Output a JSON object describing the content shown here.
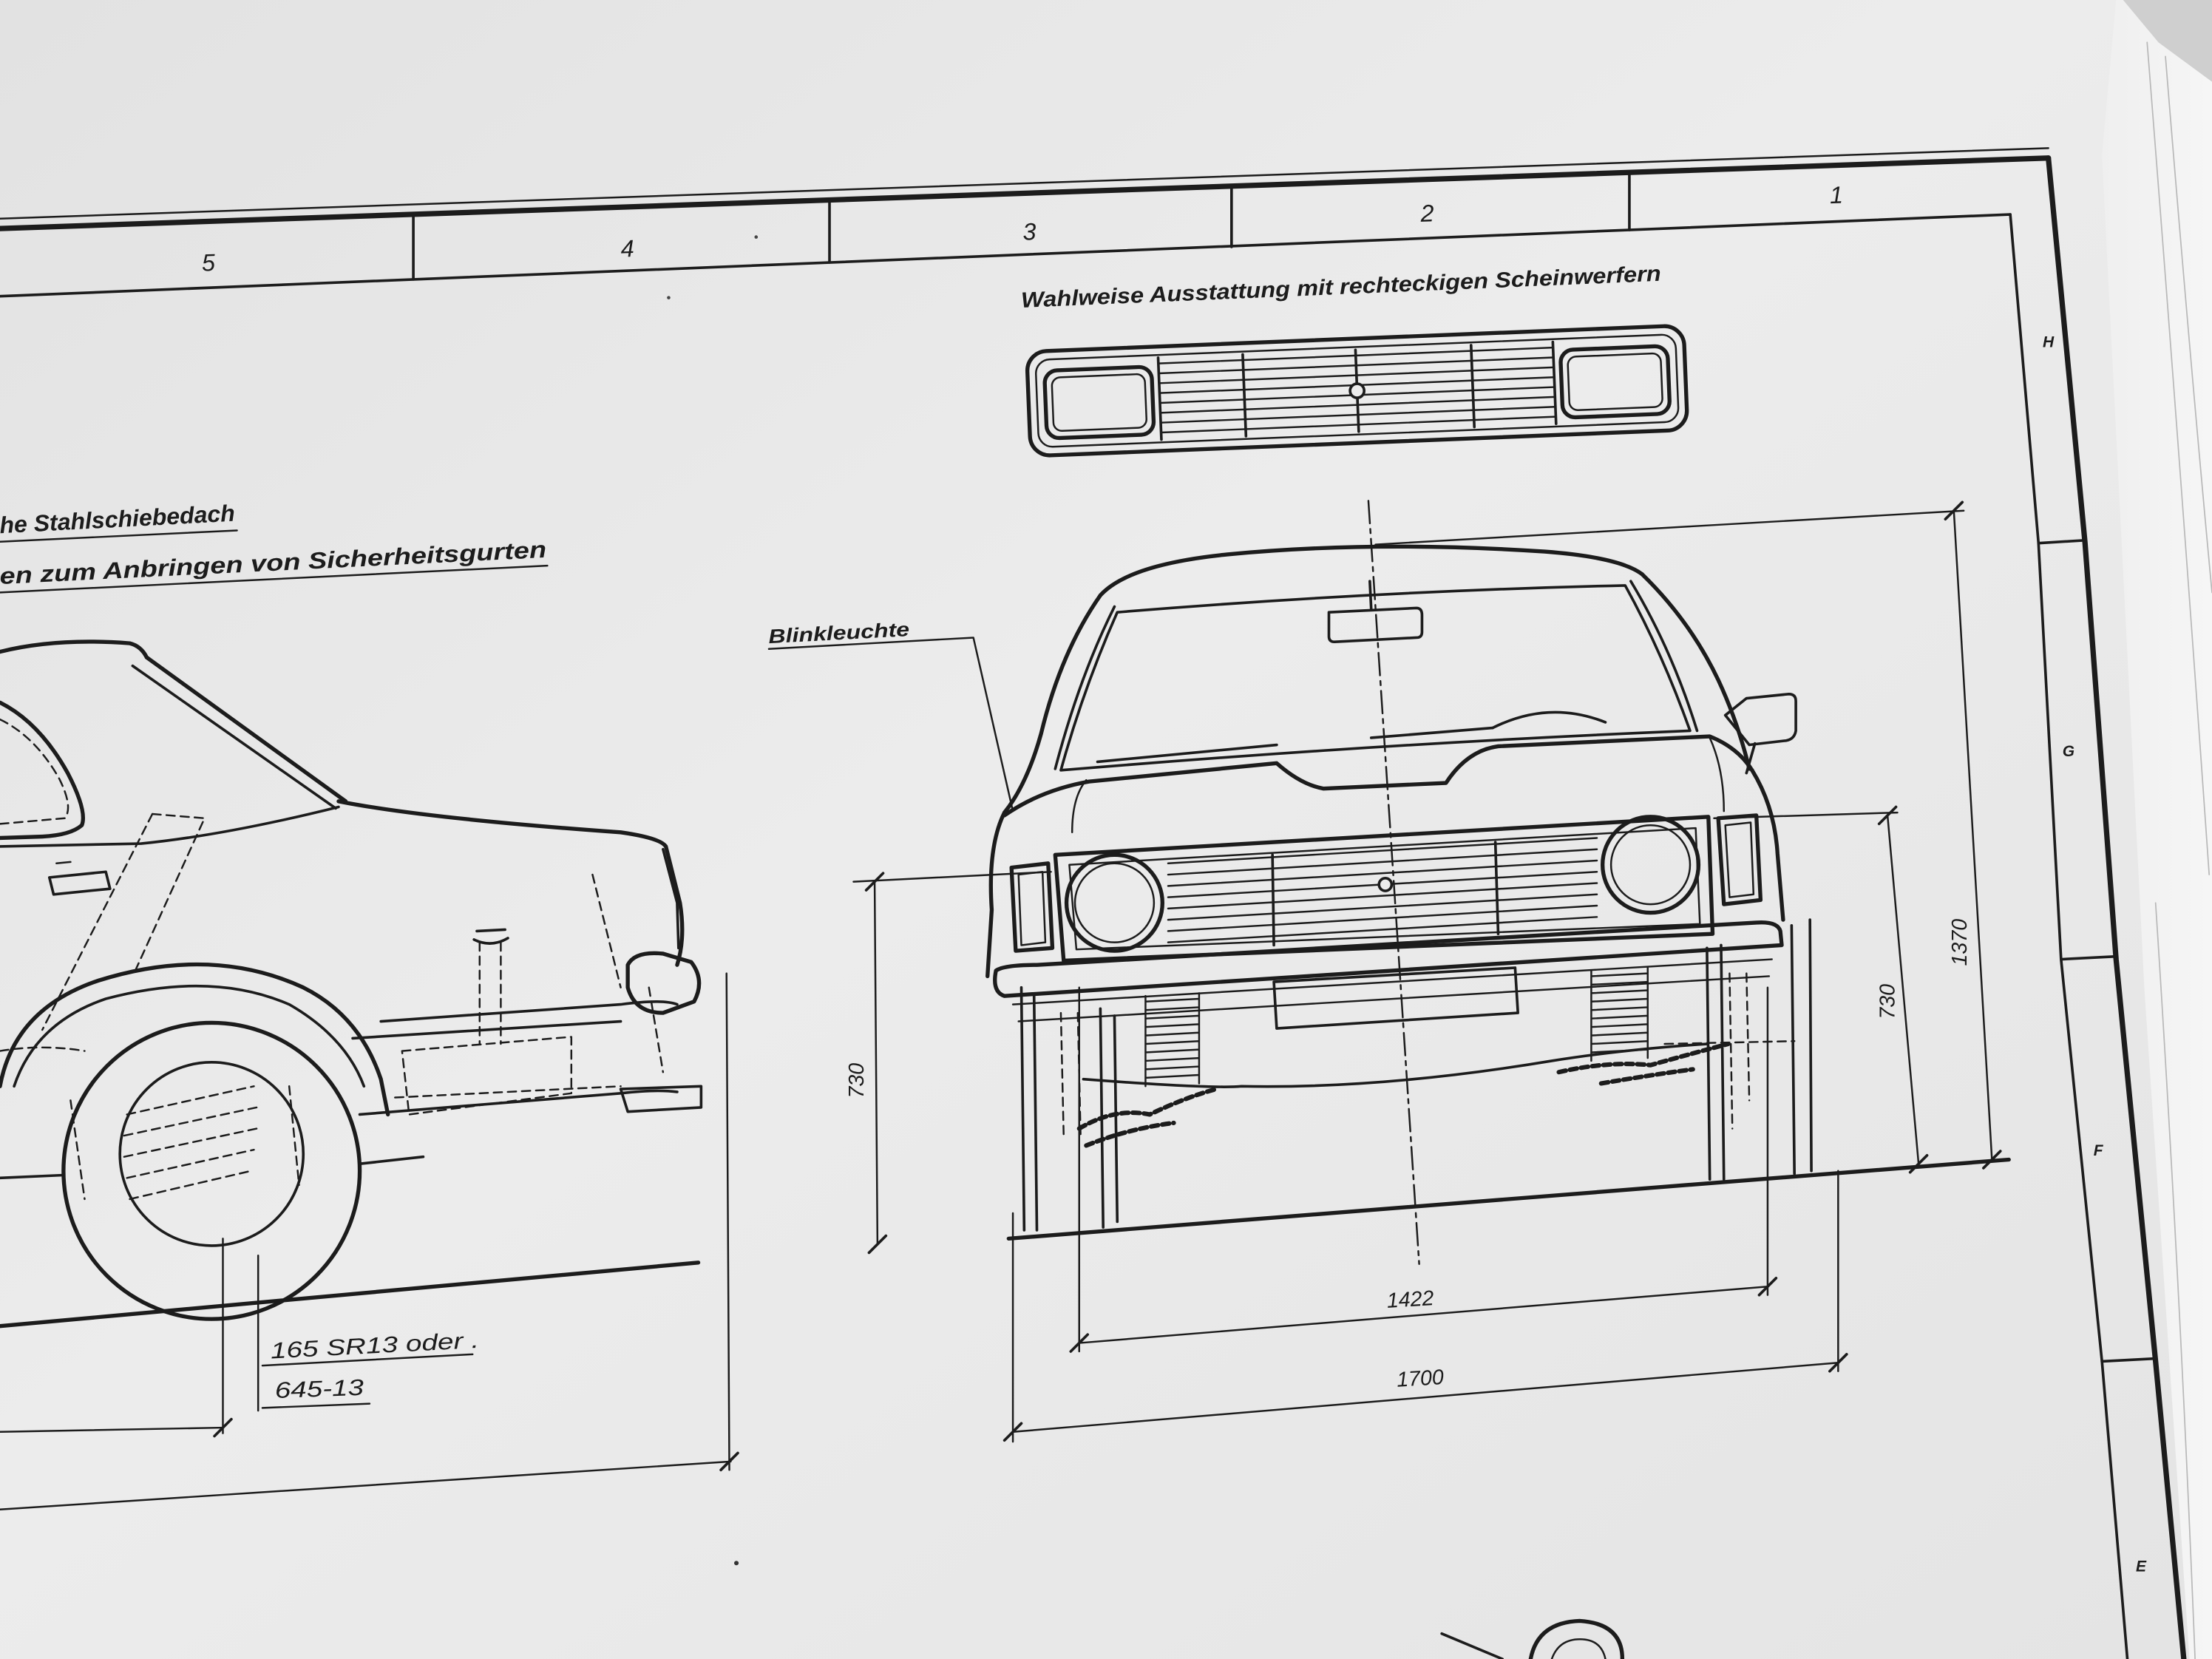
{
  "sheet": {
    "columns": [
      "5",
      "4",
      "3",
      "2",
      "1"
    ],
    "rows": [
      "H",
      "G",
      "F",
      "E"
    ]
  },
  "title": "Wahlweise Ausstattung mit rechteckigen Scheinwerfern",
  "notes": [
    "he Stahlschiebedach",
    "en zum Anbringen von Sicherheitsgurten"
  ],
  "callouts": {
    "turn_signal": "Blinkleuchte"
  },
  "dimensions": {
    "height_left": "730",
    "height_right": "730",
    "overall_height": "1370",
    "inner_width": "1422",
    "overall_width": "1700"
  },
  "tire": {
    "line1": "165 SR13 oder .",
    "line2": "645-13"
  },
  "colors": {
    "ink": "#1c1c1c",
    "paper": "#ebebeb"
  }
}
